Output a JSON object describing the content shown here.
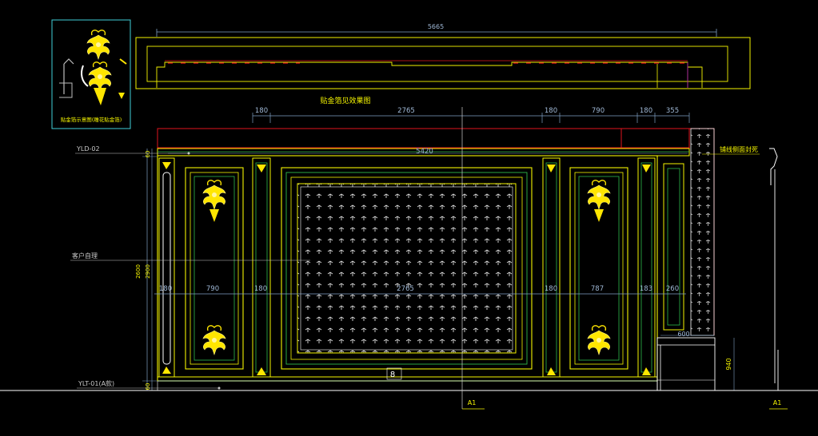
{
  "colors": {
    "background": "#000000",
    "yellow": "#f5f500",
    "gold": "#ffe600",
    "white": "#ffffff",
    "red": "#e0141e",
    "green": "#2fb94a",
    "dim_blue": "#7f9fc4",
    "gray": "#9a9a9a",
    "cyan": "#3fd0d8",
    "magenta": "#b0309a"
  },
  "inset": {
    "caption": "贴金箔示意图(雕花贴金箔)"
  },
  "plan": {
    "total_width": "5665"
  },
  "elevation": {
    "title": "贴金箔见效果图",
    "top_dims": [
      "180",
      "2765",
      "180",
      "790",
      "180",
      "355"
    ],
    "overall_dim": "5420",
    "mid_dims": [
      "180",
      "790",
      "180",
      "2765",
      "180",
      "787",
      "183",
      "260"
    ],
    "right_note": "铺线侧面封死",
    "left_note": "客户自理",
    "tag_top": "YLD-02",
    "tag_bottom": "YLT-01(A款)",
    "right_small_dim": "600",
    "cabinet_height": "940",
    "left_vertical_dims": [
      "2600",
      "2900"
    ],
    "section_marker": "A1",
    "center_mark": "8"
  }
}
